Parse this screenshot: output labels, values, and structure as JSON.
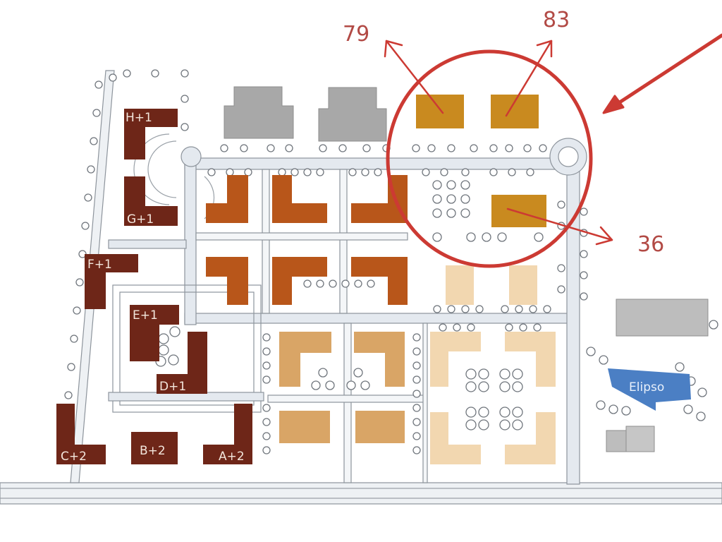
{
  "map": {
    "type": "site plan",
    "colors": {
      "annotation_red": "#cc3a33",
      "annotation_text": "#b24a45",
      "existing_building_dark": "#6e2618",
      "phase_orange": "#b8561a",
      "highlight_gold": "#c98a1f",
      "future_tan": "#d9a566",
      "future_light": "#f2d7b0",
      "grey_building": "#a9a9a9",
      "road": "#e3e8ee",
      "elipso_blue": "#4b7fc4"
    },
    "annotations": [
      {
        "id": "a79",
        "label": "79",
        "target": "upper-left gold building"
      },
      {
        "id": "a83",
        "label": "83",
        "target": "upper-right gold building"
      },
      {
        "id": "a36",
        "label": "36",
        "target": "lower gold building"
      }
    ],
    "highlight_circle": {
      "label": "highlighted area"
    },
    "pointer_arrow": {
      "direction": "down-left"
    },
    "buildings": [
      {
        "label": "H+1"
      },
      {
        "label": "G+1"
      },
      {
        "label": "F+1"
      },
      {
        "label": "E+1"
      },
      {
        "label": "D+1"
      },
      {
        "label": "C+2"
      },
      {
        "label": "B+2"
      },
      {
        "label": "A+2"
      }
    ],
    "landmark": {
      "label": "Elipso"
    }
  }
}
